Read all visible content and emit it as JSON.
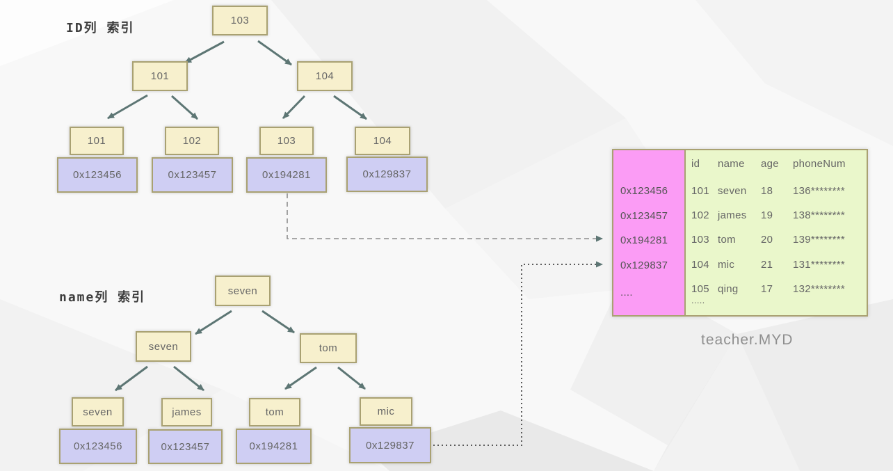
{
  "colors": {
    "node_fill": "#f7f0cd",
    "addr_fill": "#cfcef3",
    "box_border": "#a9a172",
    "address_col_fill": "#fb9cf5",
    "records_fill": "#eaf7cb",
    "tree_arrow": "#5d7674",
    "dashed_line": "#8c8c8c",
    "dotted_line": "#5a5a5a"
  },
  "id_index": {
    "label": "ID列 索引",
    "root": "103",
    "children": [
      "101",
      "104"
    ],
    "leaves": [
      {
        "key": "101",
        "addr": "0x123456"
      },
      {
        "key": "102",
        "addr": "0x123457"
      },
      {
        "key": "103",
        "addr": "0x194281"
      },
      {
        "key": "104",
        "addr": "0x129837"
      }
    ]
  },
  "name_index": {
    "label": "name列 索引",
    "root": "seven",
    "children": [
      "seven",
      "tom"
    ],
    "leaves": [
      {
        "key": "seven",
        "addr": "0x123456"
      },
      {
        "key": "james",
        "addr": "0x123457"
      },
      {
        "key": "tom",
        "addr": "0x194281"
      },
      {
        "key": "mic",
        "addr": "0x129837"
      }
    ]
  },
  "data_file": {
    "caption": "teacher.MYD",
    "addresses": [
      "0x123456",
      "0x123457",
      "0x194281",
      "0x129837",
      "...."
    ],
    "columns": [
      "id",
      "name",
      "age",
      "phoneNum"
    ],
    "rows": [
      [
        "101",
        "seven",
        "18",
        "136********"
      ],
      [
        "102",
        "james",
        "19",
        "138********"
      ],
      [
        "103",
        "tom",
        "20",
        "139********"
      ],
      [
        "104",
        "mic",
        "21",
        "131********"
      ],
      [
        "105",
        "qing",
        "17",
        "132********"
      ]
    ],
    "more_rows": "....."
  }
}
